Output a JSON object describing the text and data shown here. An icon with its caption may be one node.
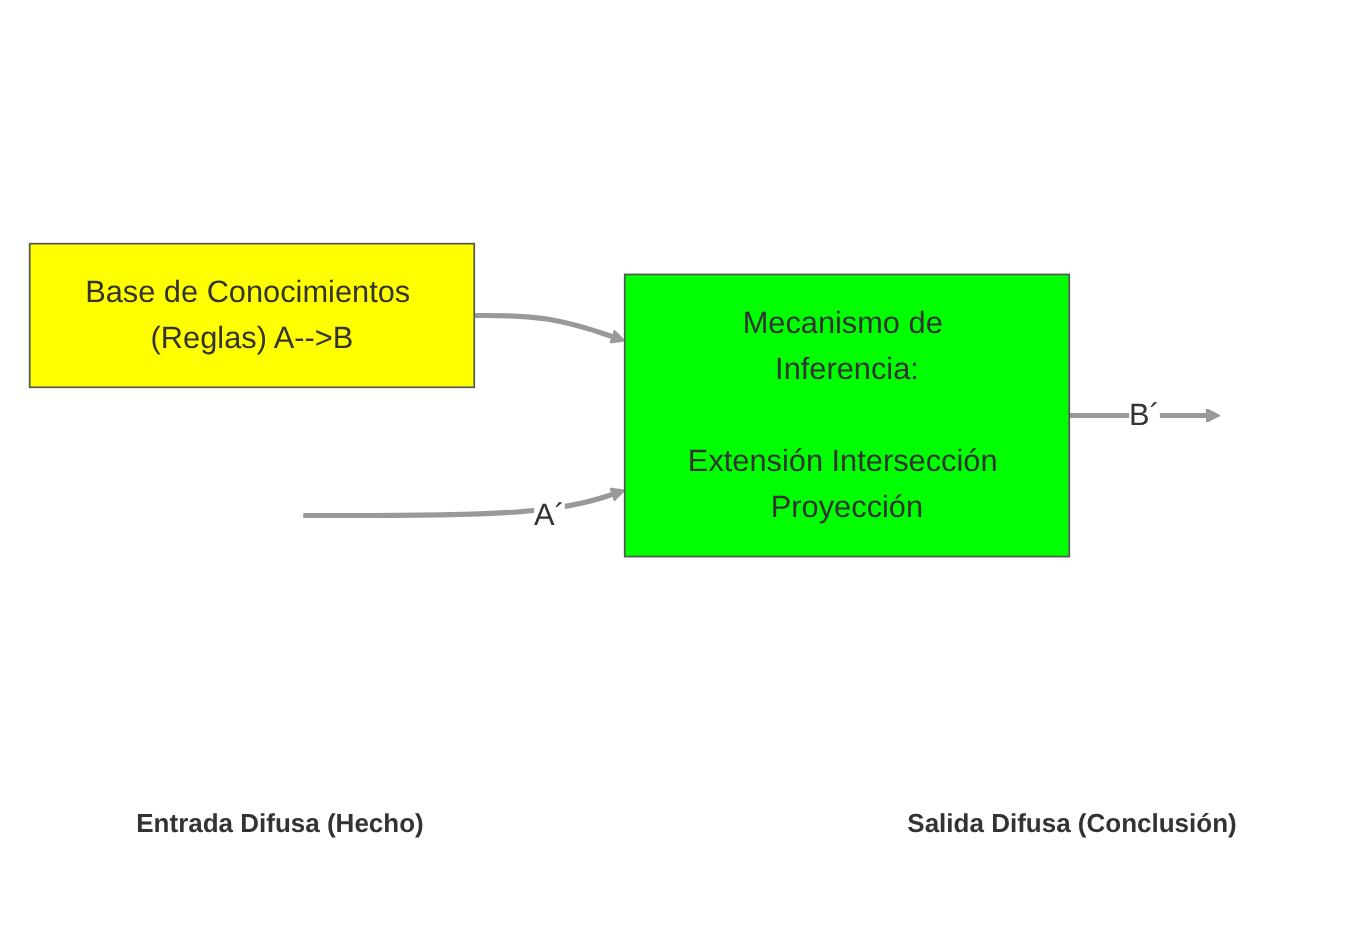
{
  "diagram": {
    "nodes": [
      {
        "text": [
          "Base de Conocimientos (Reglas) A-->B"
        ]
      },
      {
        "text": [
          "Mecanismo de Inferencia:",
          "Extensión Intersección Proyección"
        ]
      }
    ],
    "edges": [
      {
        "from": 0,
        "to": 1,
        "arrow": "to"
      },
      {
        "from": null,
        "to": 1,
        "arrow": "to",
        "label": "A´"
      },
      {
        "from": 1,
        "to": null,
        "arrow": "to",
        "label": "B´"
      }
    ],
    "labels": [
      "Entrada Difusa (Hecho)",
      "Salida Difusa (Conclusión)"
    ]
  }
}
